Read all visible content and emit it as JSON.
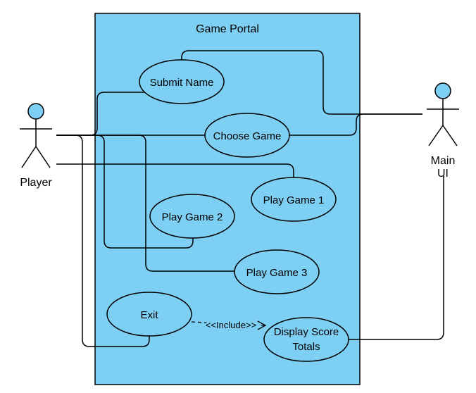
{
  "system": {
    "title": "Game Portal",
    "fill": "#7ecff4"
  },
  "actors": {
    "player": {
      "label": "Player"
    },
    "main_ui": {
      "label_line1": "Main",
      "label_line2": "UI"
    }
  },
  "use_cases": {
    "submit_name": "Submit Name",
    "choose_game": "Choose Game",
    "play_game_1": "Play Game 1",
    "play_game_2": "Play Game 2",
    "play_game_3": "Play Game 3",
    "exit": "Exit",
    "display_line1": "Display Score",
    "display_line2": "Totals"
  },
  "relations": {
    "include_label": "<<Include>>"
  }
}
